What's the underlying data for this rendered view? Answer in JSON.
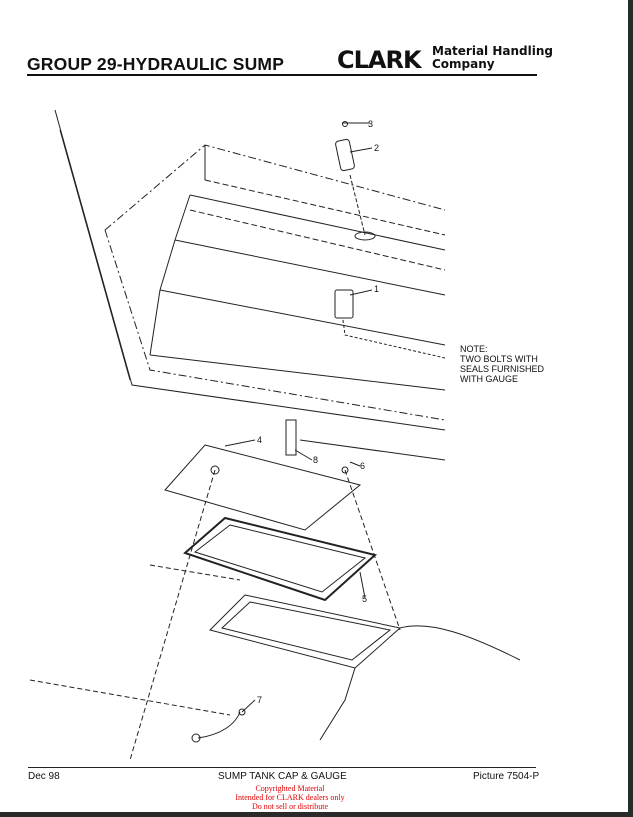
{
  "header": {
    "title": "GROUP 29-HYDRAULIC SUMP",
    "logo": "CLARK",
    "company_line1": "Material Handling",
    "company_line2": "Company"
  },
  "diagram": {
    "callouts": [
      "1",
      "2",
      "3",
      "4",
      "5",
      "6",
      "7",
      "8"
    ],
    "note": [
      "NOTE:",
      "TWO BOLTS WITH",
      "SEALS FURNISHED",
      "WITH GAUGE"
    ]
  },
  "footer": {
    "date": "Dec 98",
    "caption": "SUMP TANK CAP & GAUGE",
    "picture": "Picture 7504-P"
  },
  "watermark": [
    "Copyrighted Material",
    "Intended for CLARK dealers only",
    "Do not sell or distribute"
  ],
  "colors": {
    "watermark": "#e00000"
  }
}
